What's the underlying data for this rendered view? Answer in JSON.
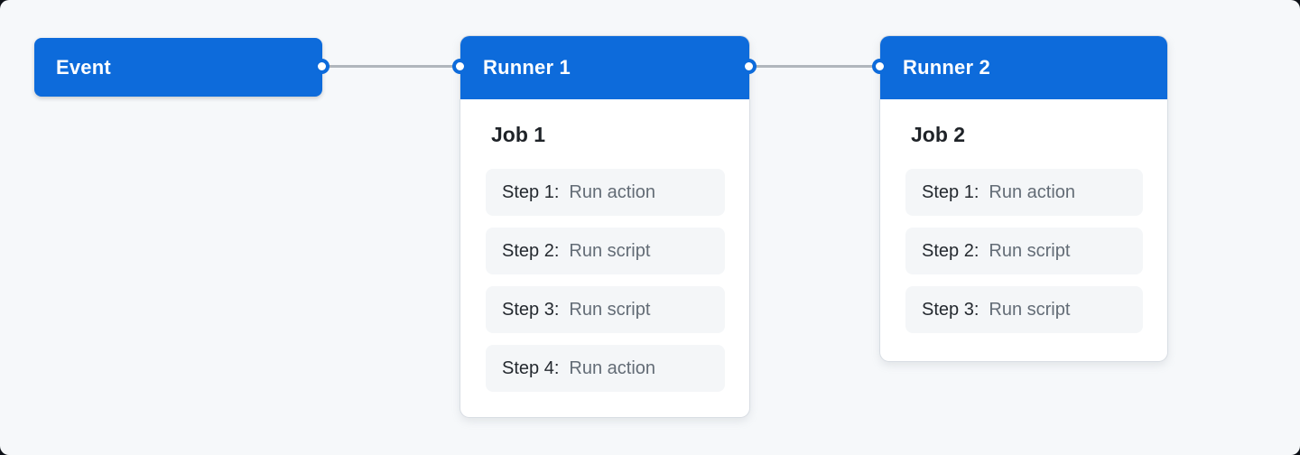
{
  "diagram": {
    "event": {
      "label": "Event"
    },
    "runners": [
      {
        "title": "Runner 1",
        "job": {
          "title": "Job 1",
          "steps": [
            {
              "label": "Step 1:",
              "action": "Run action"
            },
            {
              "label": "Step 2:",
              "action": "Run script"
            },
            {
              "label": "Step 3:",
              "action": "Run script"
            },
            {
              "label": "Step 4:",
              "action": "Run action"
            }
          ]
        }
      },
      {
        "title": "Runner 2",
        "job": {
          "title": "Job 2",
          "steps": [
            {
              "label": "Step 1:",
              "action": "Run action"
            },
            {
              "label": "Step 2:",
              "action": "Run script"
            },
            {
              "label": "Step 3:",
              "action": "Run script"
            }
          ]
        }
      }
    ],
    "colors": {
      "accent": "#0d6bdb",
      "canvas_bg": "#f6f8fa",
      "card_bg": "#ffffff",
      "step_bg": "#f4f6f8",
      "connector": "#b0b6bc",
      "job_text": "#1f2328",
      "step_label_text": "#24292f",
      "step_action_text": "#636c76"
    }
  }
}
